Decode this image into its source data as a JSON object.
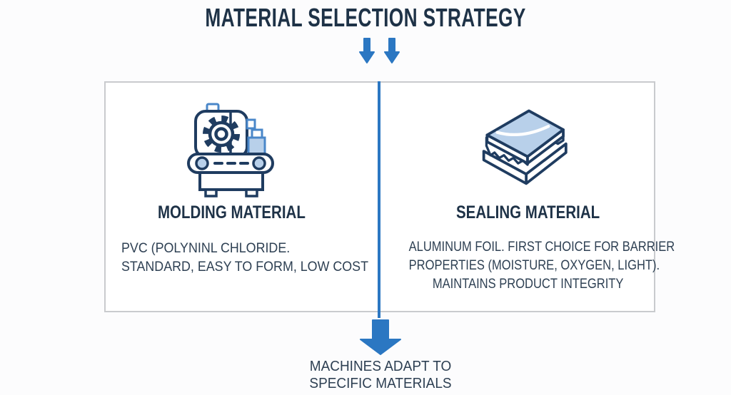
{
  "title": "MATERIAL SELECTION STRATEGY",
  "colors": {
    "background": "#fcfcfd",
    "panel_background": "#ffffff",
    "box_border": "#c9cbce",
    "heading_text": "#1e3247",
    "body_text": "#2e4053",
    "accent_blue": "#2b77c2",
    "icon_navy": "#1f3c60",
    "icon_blue": "#4a87c9",
    "icon_light_blue": "#b8d0ea"
  },
  "panels": [
    {
      "icon": "molding-machine-icon",
      "heading": "MOLDING MATERIAL",
      "body_lines": [
        "PVC (POLYNINL CHLORIDE.",
        "STANDARD, EASY TO FORM, LOW COST"
      ]
    },
    {
      "icon": "sealing-foil-stack-icon",
      "heading": "SEALING MATERIAL",
      "body_lines": [
        "ALUMINUM FOIL. FIRST CHOICE FOR BARRIER",
        "PROPERTIES (MOISTURE, OXYGEN, LIGHT).",
        "MAINTAINS PRODUCT INTEGRITY"
      ]
    }
  ],
  "footer": {
    "caption_lines": [
      "MACHINES ADAPT TO",
      "SPECIFIC MATERIALS"
    ]
  }
}
